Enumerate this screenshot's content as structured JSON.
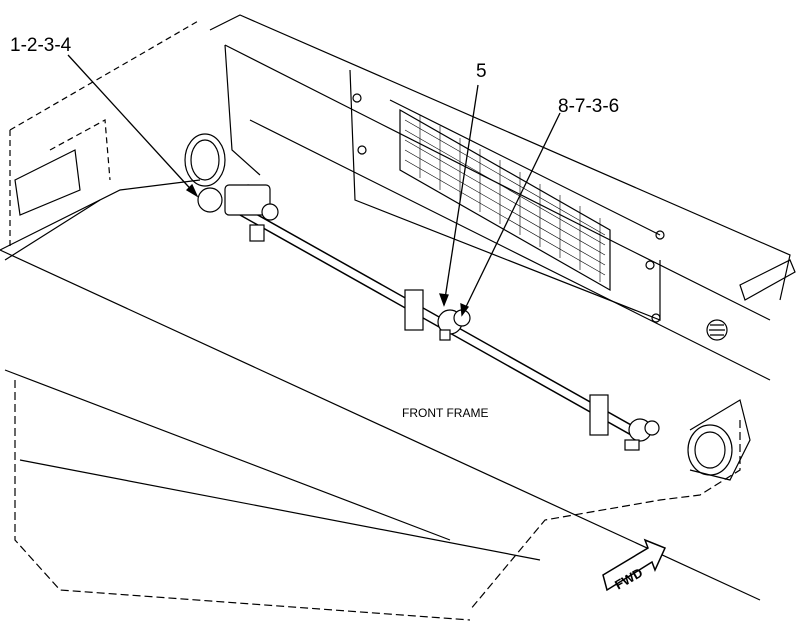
{
  "callouts": {
    "left": "1-2-3-4",
    "middle": "5",
    "right": "8-7-3-6"
  },
  "frame_label": "FRONT FRAME",
  "fwd_label": "FWD",
  "colors": {
    "line": "#000000",
    "background": "#ffffff"
  }
}
